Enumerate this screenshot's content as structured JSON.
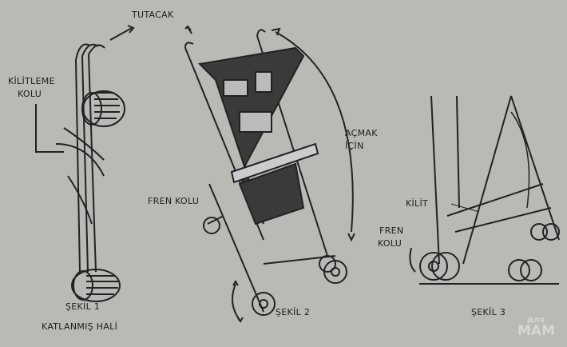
{
  "figure1": {
    "title": "ŞEKİL 1",
    "subtitle": "KATLANMIŞ HALİ",
    "handle_label": "TUTACAK",
    "lock_label_line1": "KİLİTLEME",
    "lock_label_line2": "KOLU"
  },
  "figure2": {
    "title": "ŞEKİL 2",
    "brake_label": "FREN KOLU",
    "open_label_line1": "AÇMAK",
    "open_label_line2": "İÇİN"
  },
  "figure3": {
    "title": "ŞEKİL 3",
    "lock_label": "KİLİT",
    "brake_label_line1": "FREN",
    "brake_label_line2": "KOLU"
  },
  "watermark": {
    "line1": "для",
    "line2": "МАМ"
  }
}
